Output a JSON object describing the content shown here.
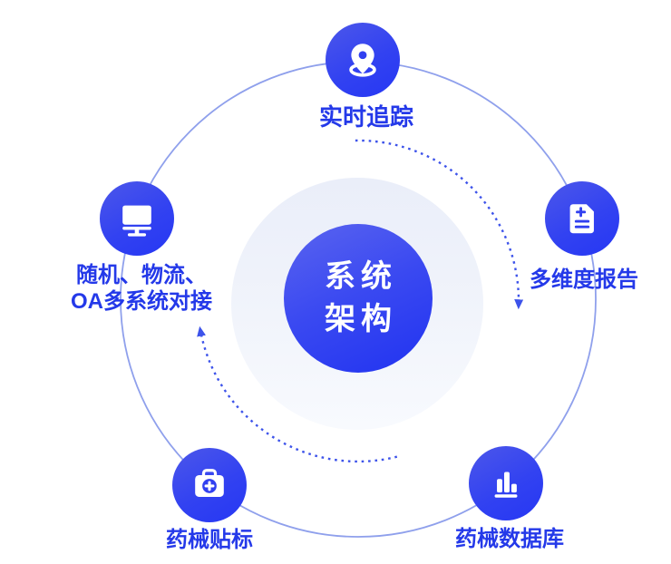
{
  "diagram": {
    "center": {
      "line1": "系统",
      "line2": "架构"
    },
    "nodes": {
      "top": {
        "label": "实时追踪",
        "icon": "location-pin-icon"
      },
      "right": {
        "label": "多维度报告",
        "icon": "report-document-icon"
      },
      "bottom_right": {
        "label": "药械数据库",
        "icon": "bar-chart-icon"
      },
      "bottom_left": {
        "label": "药械贴标",
        "icon": "medkit-icon"
      },
      "left": {
        "line1": "随机、物流、",
        "line2": "OA多系统对接",
        "icon": "monitor-icon"
      }
    },
    "flow": "clockwise",
    "colors": {
      "node_blue": "#3242f1",
      "center_blue_top": "#5a64f0",
      "center_blue_bottom": "#2133f1",
      "label_blue": "#2439e9",
      "orbit_ring": "#8fa0ec",
      "dashed_arrow": "#3d53ea",
      "halo": "#eaeef9",
      "icon_white": "#ffffff"
    }
  }
}
